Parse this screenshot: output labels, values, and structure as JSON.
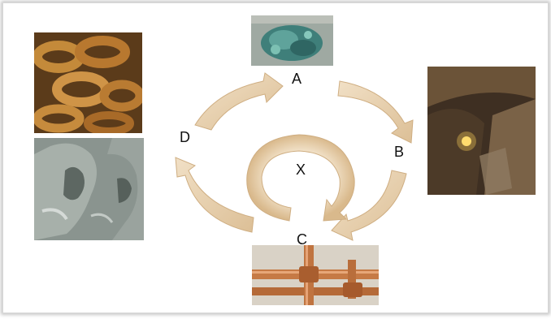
{
  "labels": {
    "a": "A",
    "b": "B",
    "c": "C",
    "d": "D",
    "x": "X"
  },
  "colors": {
    "arrow_fill": "#e9d4b3",
    "arrow_edge": "#cfae82"
  },
  "images": {
    "top": "blue-green-mineral-photo",
    "right": "mine-tunnel-photo",
    "bottom": "copper-pipes-photo",
    "top_left": "corroded-chain-photo",
    "bottom_left": "weathered-statue-photo"
  }
}
